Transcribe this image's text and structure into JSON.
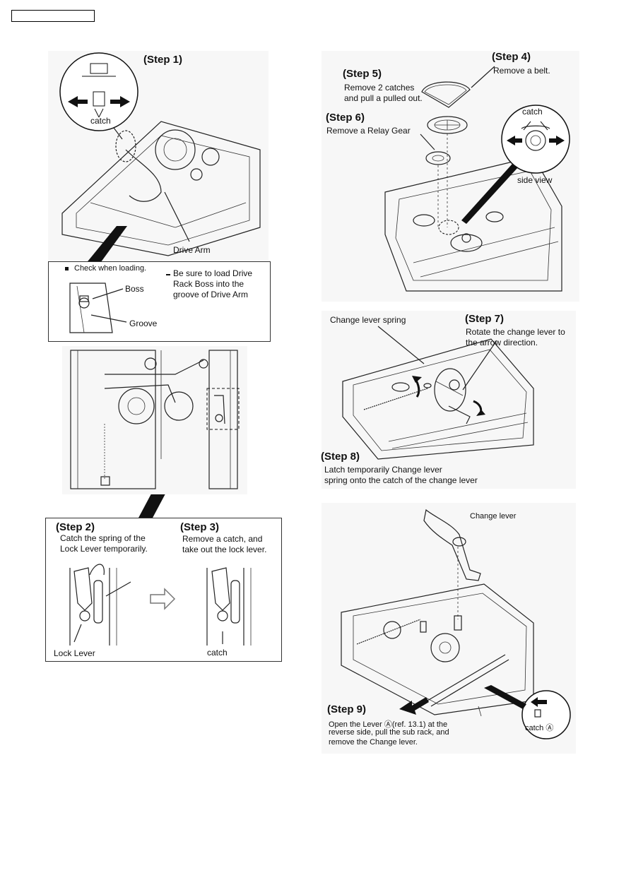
{
  "header": {
    "box_text": ""
  },
  "left": {
    "step1": {
      "title": "(Step 1)",
      "catch_label": "catch",
      "drive_arm_label": "Drive Arm"
    },
    "note": {
      "check_loading": "Check when loading.",
      "be_sure_lines": [
        "Be sure to load  Drive",
        "Rack Boss    into the",
        "groove of Drive Arm"
      ],
      "boss_label": "Boss",
      "groove_label": "Groove"
    },
    "step2": {
      "title": "(Step 2)",
      "lines": [
        "Catch the spring of the",
        "Lock Lever temporarily."
      ],
      "lock_lever_label": "Lock Lever"
    },
    "step3": {
      "title": "(Step 3)",
      "lines": [
        "Remove a catch, and",
        "take out the lock lever."
      ],
      "catch_label": "catch"
    }
  },
  "right": {
    "step4": {
      "title": "(Step 4)",
      "text": "Remove a belt."
    },
    "step5": {
      "title": "(Step 5)",
      "lines": [
        "Remove 2 catches",
        "and pull a pulled out."
      ]
    },
    "step6": {
      "title": "(Step 6)",
      "text": "Remove a Relay Gear"
    },
    "side_view": {
      "catch_label": "catch",
      "caption": "side view"
    },
    "step7": {
      "title": "(Step 7)",
      "lines": [
        "Rotate the change lever to",
        "the arrow direction."
      ],
      "spring_label": "Change lever spring"
    },
    "step8": {
      "title": "(Step 8)",
      "lines": [
        "Latch temporarily Change lever",
        "spring onto the catch of the change lever"
      ]
    },
    "step9": {
      "title": "(Step 9)",
      "lines": [
        "Open the Lever Ⓐ(ref. 13.1) at the",
        "reverse side, pull the sub rack, and",
        "remove the Change lever."
      ],
      "change_lever_label": "Change lever",
      "catch_a_label": "catch Ⓐ"
    }
  }
}
